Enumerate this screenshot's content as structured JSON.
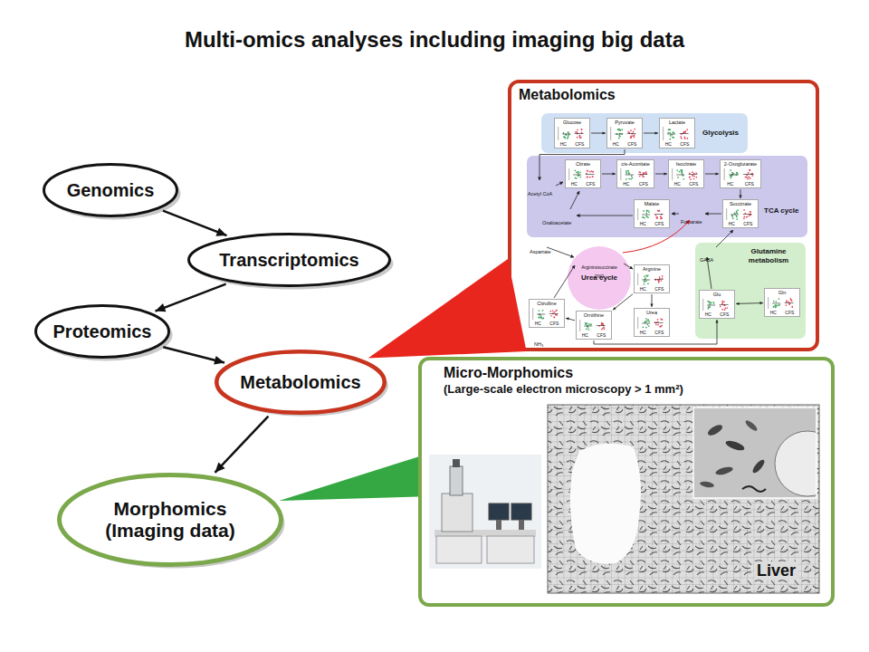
{
  "diagram": {
    "title": "Multi-omics analyses including imaging big data",
    "nodes": [
      {
        "text": [
          "Genomics"
        ]
      },
      {
        "text": [
          "Transcriptomics"
        ]
      },
      {
        "text": [
          "Proteomics"
        ]
      },
      {
        "text": [
          "Metabolomics"
        ]
      },
      {
        "text": [
          "Morphomics (Imaging data)"
        ]
      },
      {
        "text": [
          "Metabolomics"
        ]
      },
      {
        "text": [
          "Glycolysis"
        ],
        "in": 5
      },
      {
        "text": [
          "Glucose",
          "HC",
          "CFS"
        ],
        "in": 6
      },
      {
        "text": [
          "Pyruvate",
          "HC",
          "CFS"
        ],
        "in": 6
      },
      {
        "text": [
          "Lactate",
          "HC",
          "CFS"
        ],
        "in": 6
      },
      {
        "text": [
          "TCA cycle"
        ],
        "in": 5
      },
      {
        "text": [
          "Citrate",
          "HC",
          "CFS"
        ],
        "in": 10
      },
      {
        "text": [
          "cis-Aconitate",
          "HC",
          "CFS"
        ],
        "in": 10
      },
      {
        "text": [
          "Isocitrate",
          "HC",
          "CFS"
        ],
        "in": 10
      },
      {
        "text": [
          "2-Oxoglutarate",
          "HC",
          "CFS"
        ],
        "in": 10
      },
      {
        "text": [
          "Malate",
          "HC",
          "CFS"
        ],
        "in": 10
      },
      {
        "text": [
          "Succinate",
          "HC",
          "CFS"
        ],
        "in": 10
      },
      {
        "text": [
          "Urea cycle"
        ],
        "in": 5
      },
      {
        "text": [
          "Arginine",
          "HC",
          "CFS"
        ],
        "in": 5
      },
      {
        "text": [
          "Citrulline",
          "HC",
          "CFS"
        ],
        "in": 5
      },
      {
        "text": [
          "Ornithine",
          "HC",
          "CFS"
        ],
        "in": 5
      },
      {
        "text": [
          "Urea",
          "HC",
          "CFS"
        ],
        "in": 5
      },
      {
        "text": [
          "Glutamine metabolism"
        ],
        "in": 5
      },
      {
        "text": [
          "Glu",
          "HC",
          "CFS"
        ],
        "in": 22
      },
      {
        "text": [
          "Gln",
          "HC",
          "CFS"
        ],
        "in": 22
      },
      {
        "text": [
          "Micro-Morphomics",
          "(Large-scale electron microscopy > 1 mm²)"
        ]
      }
    ],
    "edges": [
      {
        "from": 0,
        "to": 1,
        "arrow": "to"
      },
      {
        "from": 1,
        "to": 2,
        "arrow": "to"
      },
      {
        "from": 2,
        "to": 3,
        "arrow": "to"
      },
      {
        "from": 3,
        "to": 4,
        "arrow": "to"
      },
      {
        "from": 3,
        "to": 5,
        "arrow": "none"
      },
      {
        "from": 4,
        "to": 25,
        "arrow": "none"
      },
      {
        "from": 7,
        "to": 8,
        "arrow": "to"
      },
      {
        "from": 8,
        "to": 9,
        "arrow": "to"
      },
      {
        "from": 11,
        "to": 12,
        "arrow": "to"
      },
      {
        "from": 12,
        "to": 13,
        "arrow": "to"
      },
      {
        "from": 13,
        "to": 14,
        "arrow": "to"
      },
      {
        "from": 14,
        "to": 16,
        "arrow": "to"
      },
      {
        "from": 18,
        "to": 21,
        "arrow": "to"
      },
      {
        "from": 18,
        "to": 20,
        "arrow": "to"
      },
      {
        "from": 20,
        "to": 19,
        "arrow": "to"
      },
      {
        "from": 20,
        "to": 23,
        "arrow": "to"
      },
      {
        "from": 23,
        "to": 24,
        "arrow": "both"
      }
    ],
    "labels": [
      "Acetyl CoA",
      "Oxaloacetate",
      "Fumarate",
      "Aspartate",
      "Argininosuccinate",
      "2NO",
      "NH₃",
      "GABA",
      "Liver"
    ]
  }
}
